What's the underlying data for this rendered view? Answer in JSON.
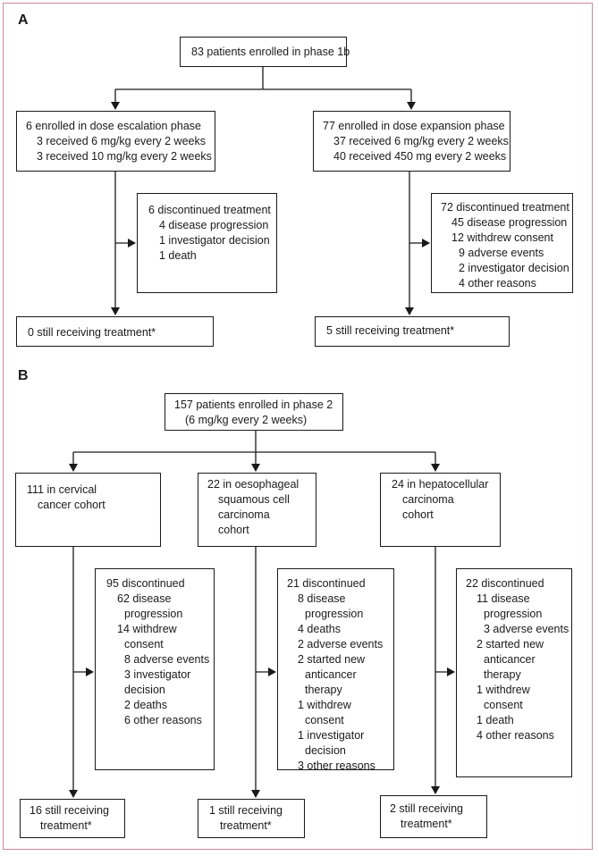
{
  "panelA": {
    "label": "A",
    "enrolled": "83 patients enrolled in phase 1b",
    "escalation": {
      "title": "6 enrolled in dose escalation phase",
      "lines": [
        "3 received 6 mg/kg every 2 weeks",
        "3 received 10 mg/kg every 2 weeks"
      ],
      "discontinued": {
        "title": "6 discontinued treatment",
        "lines": [
          "4 disease progression",
          "1 investigator decision",
          "1 death"
        ]
      },
      "still": "0 still receiving treatment*"
    },
    "expansion": {
      "title": "77 enrolled in dose expansion phase",
      "lines": [
        "37 received 6 mg/kg every 2 weeks",
        "40 received 450 mg every 2 weeks"
      ],
      "discontinued": {
        "title": "72 discontinued treatment",
        "lines": [
          "45 disease progression",
          "12 withdrew consent",
          "9 adverse events",
          "2 investigator decision",
          "4 other reasons"
        ]
      },
      "still": "5 still receiving treatment*"
    }
  },
  "panelB": {
    "label": "B",
    "enrolled_l1": "157 patients enrolled in phase 2",
    "enrolled_l2": "(6 mg/kg every 2 weeks)",
    "cervical": {
      "title_l1": "111 in cervical",
      "title_l2": "cancer cohort",
      "disc_title": "95 discontinued",
      "disc_lines": [
        "62 disease",
        "progression",
        "14 withdrew",
        "consent",
        "8 adverse events",
        "3 investigator",
        "decision",
        "2 deaths",
        "6 other reasons"
      ],
      "still_l1": "16 still receiving",
      "still_l2": "treatment*"
    },
    "oesophageal": {
      "title_lines": [
        "22 in oesophageal",
        "squamous cell",
        "carcinoma",
        "cohort"
      ],
      "disc_title": "21 discontinued",
      "disc_lines": [
        "8 disease",
        "progression",
        "4 deaths",
        "2 adverse events",
        "2 started new",
        "anticancer",
        "therapy",
        "1 withdrew",
        "consent",
        "1 investigator",
        "decision",
        "3 other reasons"
      ],
      "still_l1": "1 still receiving",
      "still_l2": "treatment*"
    },
    "hepatocellular": {
      "title_lines": [
        "24 in hepatocellular",
        "carcinoma",
        "cohort"
      ],
      "disc_title": "22 discontinued",
      "disc_lines": [
        "11 disease",
        "progression",
        "3 adverse events",
        "2 started new",
        "anticancer",
        "therapy",
        "1 withdrew",
        "consent",
        "1 death",
        "4 other reasons"
      ],
      "still_l1": "2 still receiving",
      "still_l2": "treatment*"
    }
  }
}
